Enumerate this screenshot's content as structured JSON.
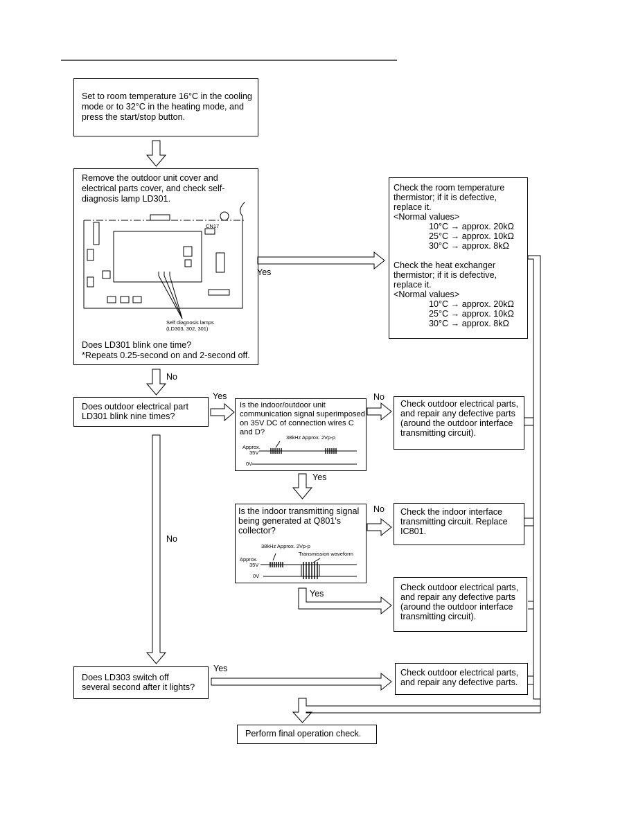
{
  "step1": {
    "lines": [
      "Set to room temperature 16°C in the cooling",
      "mode or to 32°C in the heating mode, and",
      "press the start/stop button."
    ]
  },
  "step2": {
    "header": [
      "Remove the outdoor unit cover and",
      "electrical parts cover, and check self-",
      "diagnosis lamp LD301."
    ],
    "board_connector": "CN17",
    "lamps_caption": [
      "Self diagnosis lamps",
      "(LD303, 302, 301)"
    ],
    "question": [
      "Does LD301 blink one time?",
      "*Repeats 0.25-second on and 2-second off."
    ]
  },
  "thermistor": {
    "lines": [
      "Check the room temperature",
      "thermistor; if it is defective,",
      "replace it.",
      "<Normal values>"
    ],
    "values1": [
      "10°C → approx. 20kΩ",
      "25°C → approx. 10kΩ",
      "30°C → approx. 8kΩ"
    ],
    "lines2": [
      "Check the heat exchanger",
      "thermistor; if it is defective,",
      "replace it.",
      "<Normal values>"
    ],
    "values2": [
      "10°C → approx. 20kΩ",
      "25°C → approx. 10kΩ",
      "30°C → approx. 8kΩ"
    ]
  },
  "q_nine": {
    "lines": [
      "Does outdoor electrical part",
      "LD301 blink nine times?"
    ]
  },
  "q_signal": {
    "lines": [
      "Is the indoor/outdoor unit",
      "communication signal superimposed",
      "on 35V DC of connection wires C",
      "and D?"
    ],
    "wave_label": "38kHz Approx. 2Vp-p",
    "approx": "Approx.",
    "v35": "35V",
    "v0": "0V"
  },
  "action_outdoor1": {
    "lines": [
      "Check outdoor electrical parts,",
      "and repair any defective parts",
      "(around the outdoor interface",
      "transmitting circuit)."
    ]
  },
  "q_indoor": {
    "lines": [
      "Is the indoor transmitting signal",
      "being generated at Q801's",
      "collector?"
    ],
    "wave_label": "38kHz Approx. 2Vp-p",
    "tx_label": "Transmission waveform",
    "approx": "Approx.",
    "v35": "35V",
    "v0": "0V"
  },
  "action_indoor": {
    "lines": [
      "Check the indoor interface",
      "transmitting circuit. Replace",
      "IC801."
    ]
  },
  "action_outdoor2": {
    "lines": [
      "Check outdoor electrical parts,",
      "and repair any defective parts",
      "(around the outdoor interface",
      "transmitting circuit)."
    ]
  },
  "q_ld303": {
    "lines": [
      "Does LD303 switch off",
      "several second after it lights?"
    ]
  },
  "action_outdoor3": {
    "lines": [
      "Check outdoor electrical parts,",
      "and repair any defective parts."
    ]
  },
  "final": {
    "text": "Perform final operation check."
  },
  "labels": {
    "yes": "Yes",
    "no": "No"
  }
}
